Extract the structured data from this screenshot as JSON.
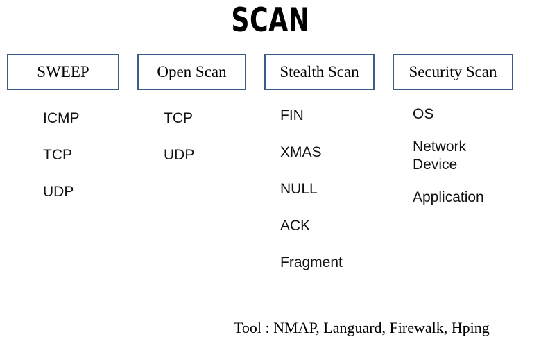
{
  "slide": {
    "title": "SCAN",
    "background_color": "#ffffff",
    "accent_color": "#3a5c8a",
    "text_color": "#000000"
  },
  "columns": [
    {
      "header": "SWEEP",
      "items": [
        "ICMP",
        "TCP",
        "UDP"
      ]
    },
    {
      "header": "Open Scan",
      "items": [
        "TCP",
        "UDP"
      ]
    },
    {
      "header": "Stealth Scan",
      "items": [
        "FIN",
        "XMAS",
        "NULL",
        "ACK",
        "Fragment"
      ]
    },
    {
      "header": "Security Scan",
      "items": [
        "OS",
        "Network\nDevice",
        "Application"
      ]
    }
  ],
  "footer": {
    "note": "Tool : NMAP, Languard, Firewalk, Hping"
  }
}
